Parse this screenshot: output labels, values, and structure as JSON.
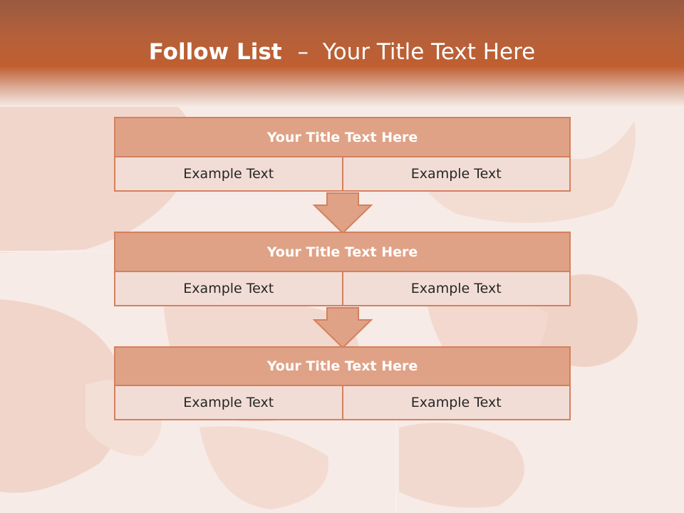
{
  "slide": {
    "title_bold": "Follow List",
    "title_sep": "–",
    "title_rest": "Your Title Text Here",
    "background": "faded baby-massage photo collage",
    "colors": {
      "header": "#c05f31",
      "box_title": "#dfa286",
      "box_cell": "#f2ddd6",
      "border": "#d4805e"
    }
  },
  "steps": [
    {
      "title": "Your Title Text Here",
      "left": "Example Text",
      "right": "Example Text"
    },
    {
      "title": "Your Title Text Here",
      "left": "Example Text",
      "right": "Example Text"
    },
    {
      "title": "Your Title Text Here",
      "left": "Example Text",
      "right": "Example Text"
    }
  ],
  "arrows": [
    {
      "icon": "arrow-down-icon"
    },
    {
      "icon": "arrow-down-icon"
    }
  ]
}
